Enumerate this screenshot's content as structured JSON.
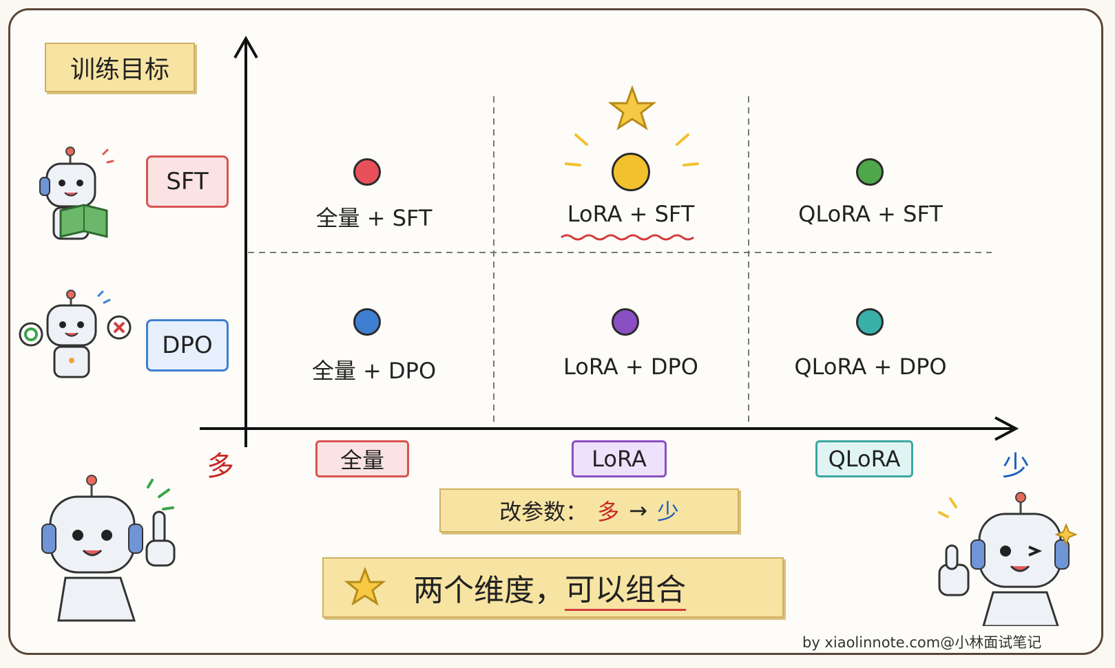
{
  "y_axis_title": "训练目标",
  "goals": [
    {
      "label": "SFT",
      "color": "#d9534f",
      "fill": "#fce3e3"
    },
    {
      "label": "DPO",
      "color": "#3f7fd1",
      "fill": "#e5f0fc"
    }
  ],
  "axis_ends": {
    "left": "多",
    "right": "少"
  },
  "methods": [
    {
      "label": "全量",
      "color": "#d9534f",
      "fill": "#fce3e3"
    },
    {
      "label": "LoRA",
      "color": "#8a4fc2",
      "fill": "#eee1fb"
    },
    {
      "label": "QLoRA",
      "color": "#3ba7a0",
      "fill": "#e0f5f3"
    }
  ],
  "cells": [
    {
      "label": "全量 + SFT",
      "dot_color": "#e8505b"
    },
    {
      "label": "LoRA + SFT",
      "dot_color": "#f2c12e",
      "highlight": true
    },
    {
      "label": "QLoRA + SFT",
      "dot_color": "#4ea84a"
    },
    {
      "label": "全量 + DPO",
      "dot_color": "#3f7fd1"
    },
    {
      "label": "LoRA + DPO",
      "dot_color": "#8a4fc2"
    },
    {
      "label": "QLoRA + DPO",
      "dot_color": "#39b1a8"
    }
  ],
  "x_axis_note": {
    "prefix": "改参数：",
    "from": "多",
    "arrow": "→",
    "to": "少"
  },
  "summary": {
    "text_plain": "两个维度，",
    "text_underlined": "可以组合"
  },
  "credit": "by xiaolinnote.com@小林面试笔记",
  "icons": [
    "star-icon",
    "robot-reading-icon",
    "robot-judging-icon",
    "robot-pointing-icon",
    "robot-thumbsup-icon"
  ]
}
